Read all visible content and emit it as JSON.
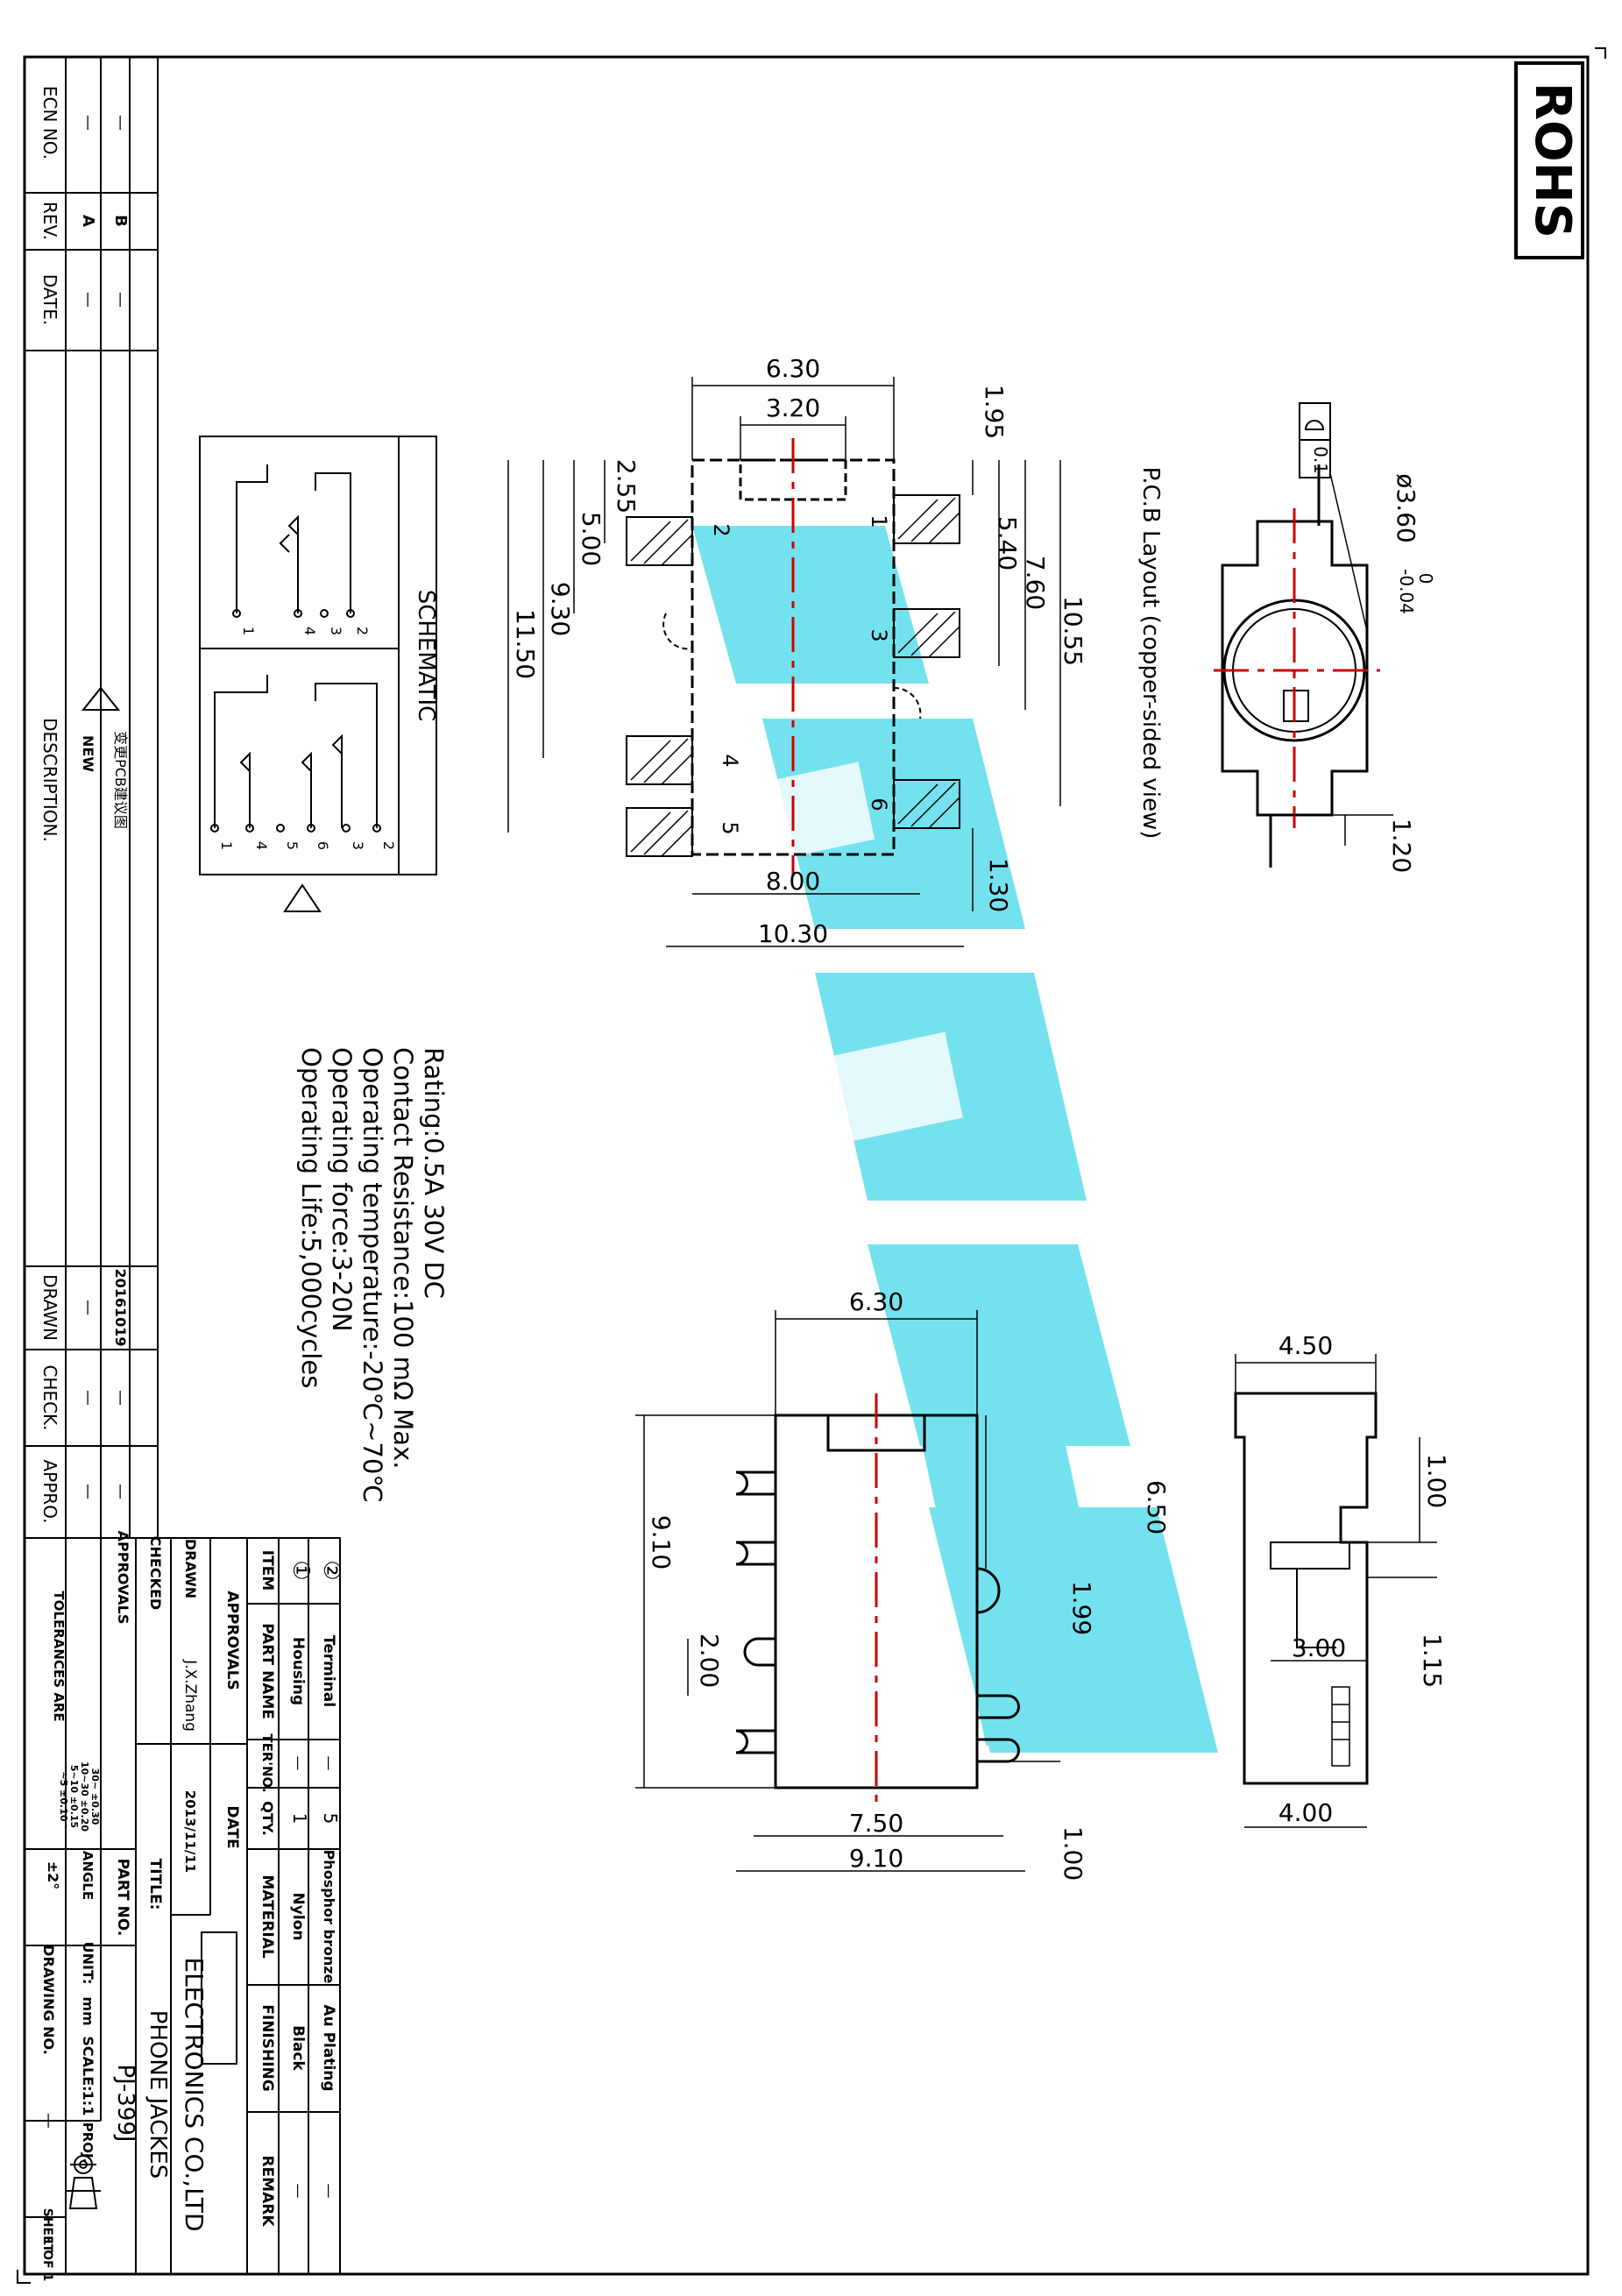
{
  "stamp": "ROHS",
  "dims": {
    "d630": "6.30",
    "d320": "3.20",
    "d195": "1.95",
    "d255": "2.55",
    "d500": "5.00",
    "d930": "9.30",
    "d1150": "11.50",
    "d540": "5.40",
    "d760": "7.60",
    "d1055": "10.55",
    "d800": "8.00",
    "d1030": "10.30",
    "d130": "1.30",
    "d360": "ø3.60",
    "d360tol_up": "0",
    "d360tol_dn": "-0.04",
    "d120": "1.20",
    "d01": "0.1",
    "f630": "6.30",
    "f910h": "9.10",
    "f650": "6.50",
    "f199": "1.99",
    "f200": "2.00",
    "f750": "7.50",
    "f910w": "9.10",
    "f100b": "1.00",
    "s450": "4.50",
    "s100": "1.00",
    "s115": "1.15",
    "s300": "3.00",
    "s400": "4.00"
  },
  "pins": [
    "1",
    "2",
    "3",
    "4",
    "5",
    "6"
  ],
  "pcb_label": "P.C.B Layout (copper-sided view)",
  "schematic": {
    "title": "SCHEMATIC",
    "left_pins": [
      "2",
      "3",
      "4",
      "1"
    ],
    "right_pins": [
      "2",
      "3",
      "6",
      "5",
      "4",
      "1"
    ]
  },
  "specs": [
    "Rating:0.5A 30V DC",
    "Contact Resistance:100 mΩ Max.",
    "Operating temperature:-20℃~70℃",
    "Operating force:3-20N",
    "Operating Life:5,000cycles"
  ],
  "revision": {
    "headers": {
      "ecn": "ECN NO.",
      "rev": "REV.",
      "date": "DATE.",
      "desc": "DESCRIPTION.",
      "drawn": "DRAWN",
      "check": "CHECK.",
      "appro": "APPRO."
    },
    "rows": [
      {
        "rev": "A",
        "desc_new": "NEW",
        "desc_cn": "变更PCB建议图",
        "drawn_date": "20161019"
      },
      {
        "rev": "B",
        "desc_new": "",
        "desc_cn": "",
        "drawn_date": ""
      }
    ],
    "dash": "—"
  },
  "bom": {
    "headers": {
      "item": "ITEM",
      "part": "PART NAME",
      "ter": "TER'NO.",
      "qty": "QTY.",
      "material": "MATERIAL",
      "finishing": "FINISHING",
      "remark": "REMARK"
    },
    "rows": [
      {
        "item": "②",
        "part": "Terminal",
        "ter": "—",
        "qty": "5",
        "material": "Phosphor bronze",
        "finishing": "Au Plating",
        "remark": "—"
      },
      {
        "item": "①",
        "part": "Housing",
        "ter": "—",
        "qty": "1",
        "material": "Nylon",
        "finishing": "Black",
        "remark": "—"
      }
    ]
  },
  "titleblock": {
    "approvals_label": "APPROVALS",
    "date_label": "DATE",
    "drawn_label": "DRAWN",
    "drawn_name": "J.X.Zhang",
    "drawn_date": "2013/11/11",
    "checked_label": "CHECKED",
    "approvals2_label": "APPROVALS",
    "company": "ELECTRONICS CO.,LTD",
    "title_label": "TITLE:",
    "title": "PHONE JACKES",
    "partno_label": "PART NO.",
    "partno": "PJ-399J",
    "tolerances_label": "TOLERANCES ARE",
    "tol_rows": [
      "30~ ±0.30",
      "10~30 ±0.20",
      "5~10 ±0.15",
      "~5 ±0.10"
    ],
    "angle_label": "ANGLE",
    "angle_val": "±2°",
    "unit_label": "UNIT:",
    "unit_val": "mm",
    "scale_label": "SCALE:",
    "scale_val": "1:1",
    "proj_label": "PROJ.",
    "drawingno_label": "DRAWING NO.",
    "drawingno_val": "—",
    "sheet_label": "SHEET",
    "sheet_val": "1 OF 1"
  },
  "colors": {
    "watermark": "#3fd7e8",
    "centerline": "#cc0000",
    "ink": "#000000"
  }
}
